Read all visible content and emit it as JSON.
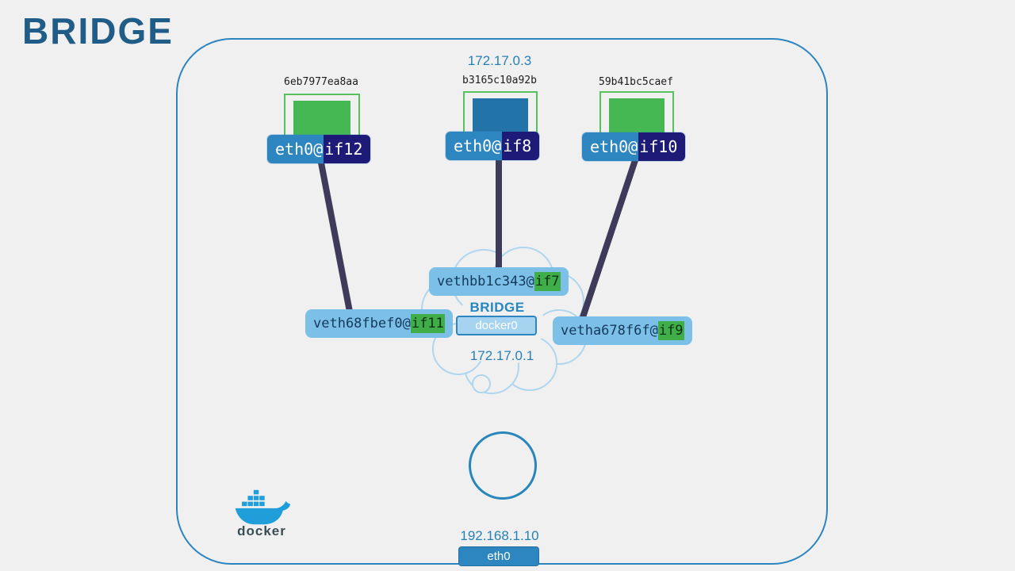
{
  "title": "BRIDGE",
  "containers": [
    {
      "id": "6eb7977ea8aa",
      "iface": "eth0@",
      "ifnum": "if12"
    },
    {
      "id": "b3165c10a92b",
      "ip": "172.17.0.3",
      "iface": "eth0@",
      "ifnum": "if8"
    },
    {
      "id": "59b41bc5caef",
      "iface": "eth0@",
      "ifnum": "if10"
    }
  ],
  "bridge": {
    "label": "BRIDGE",
    "device": "docker0",
    "ip": "172.17.0.1",
    "veths": [
      {
        "base": "vethbb1c343@",
        "ifnum": "if7"
      },
      {
        "base": "veth68fbef0@",
        "ifnum": "if11"
      },
      {
        "base": "vetha678f6f@",
        "ifnum": "if9"
      }
    ]
  },
  "host": {
    "ip": "192.168.1.10",
    "iface": "eth0"
  },
  "branding": {
    "docker_label": "docker"
  },
  "colors": {
    "accent_blue": "#2e86c1",
    "navy": "#1e1a78",
    "green": "#3fae49",
    "light_blue": "#7cc0e8",
    "connector": "#3e3a59",
    "title_blue": "#1f5c87"
  }
}
